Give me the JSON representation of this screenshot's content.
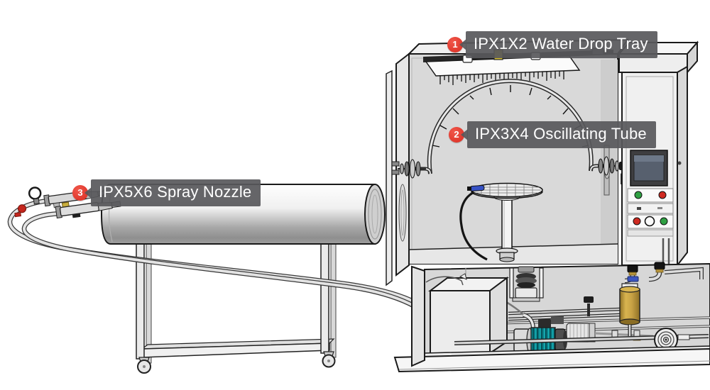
{
  "diagram": {
    "labels": [
      {
        "badge": "1",
        "text": "IPX1X2 Water Drop Tray"
      },
      {
        "badge": "2",
        "text": "IPX3X4 Oscillating Tube"
      },
      {
        "badge": "3",
        "text": "IPX5X6 Spray Nozzle"
      }
    ],
    "colors": {
      "badge_red": "#e23b2f",
      "label_bg": "#58585b",
      "label_text": "#ffffff",
      "pump_teal": "#0b7e86",
      "filter_gold": "#c7a245",
      "valve_blue": "#3b55c0",
      "fitting_yellow": "#d8c22e",
      "indicator_green": "#2fa043",
      "indicator_red": "#cf2a21",
      "screen_gray": "#57606e",
      "line_dark": "#1a1a1a",
      "panel_light": "#ededed"
    }
  }
}
